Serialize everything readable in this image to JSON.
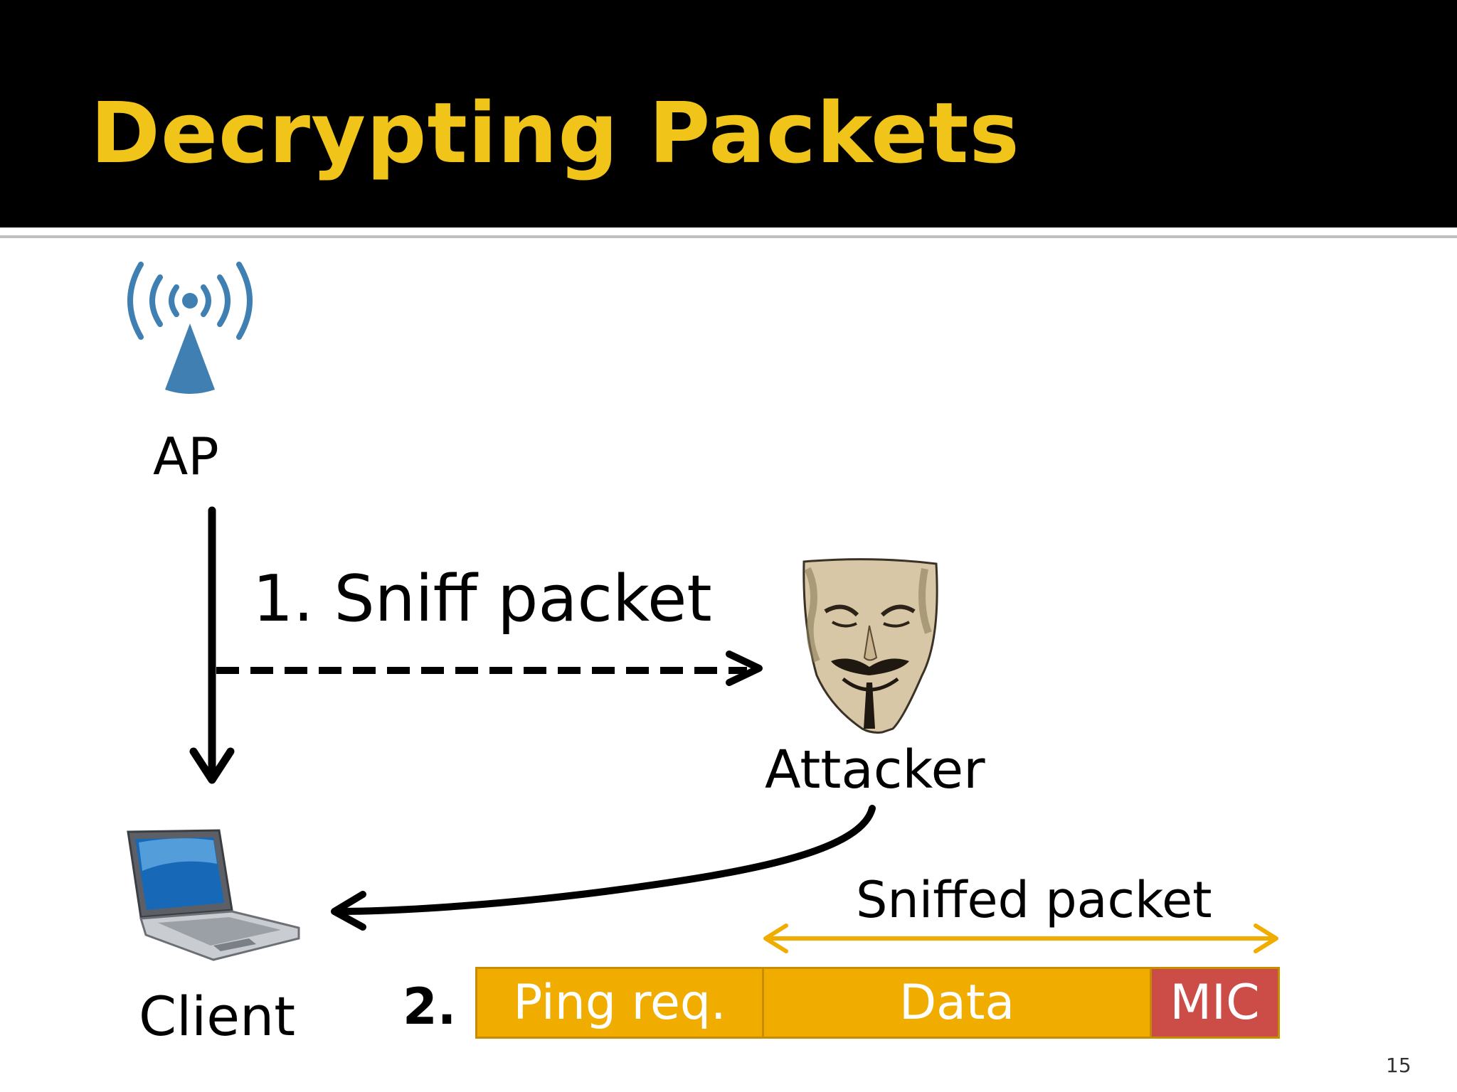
{
  "slide": {
    "title": "Decrypting Packets",
    "page_number": "15"
  },
  "nodes": {
    "ap": {
      "label": "AP",
      "icon": "wireless-antenna-icon"
    },
    "attacker": {
      "label": "Attacker",
      "icon": "guy-fawkes-mask-icon"
    },
    "client": {
      "label": "Client",
      "icon": "laptop-icon"
    }
  },
  "edges": {
    "sniff": {
      "label": "1. Sniff packet"
    },
    "sniffed_span": {
      "label": "Sniffed packet"
    }
  },
  "packet": {
    "step_label": "2.",
    "segments": [
      {
        "label": "Ping req.",
        "color": "#f0ad00"
      },
      {
        "label": "Data",
        "color": "#f0ad00"
      },
      {
        "label": "MIC",
        "color": "#cc4c48"
      }
    ]
  },
  "colors": {
    "title": "#f0c419",
    "title_bar": "#000000",
    "accent_arrow": "#f0ad00",
    "ap_icon": "#3f7fb1"
  }
}
